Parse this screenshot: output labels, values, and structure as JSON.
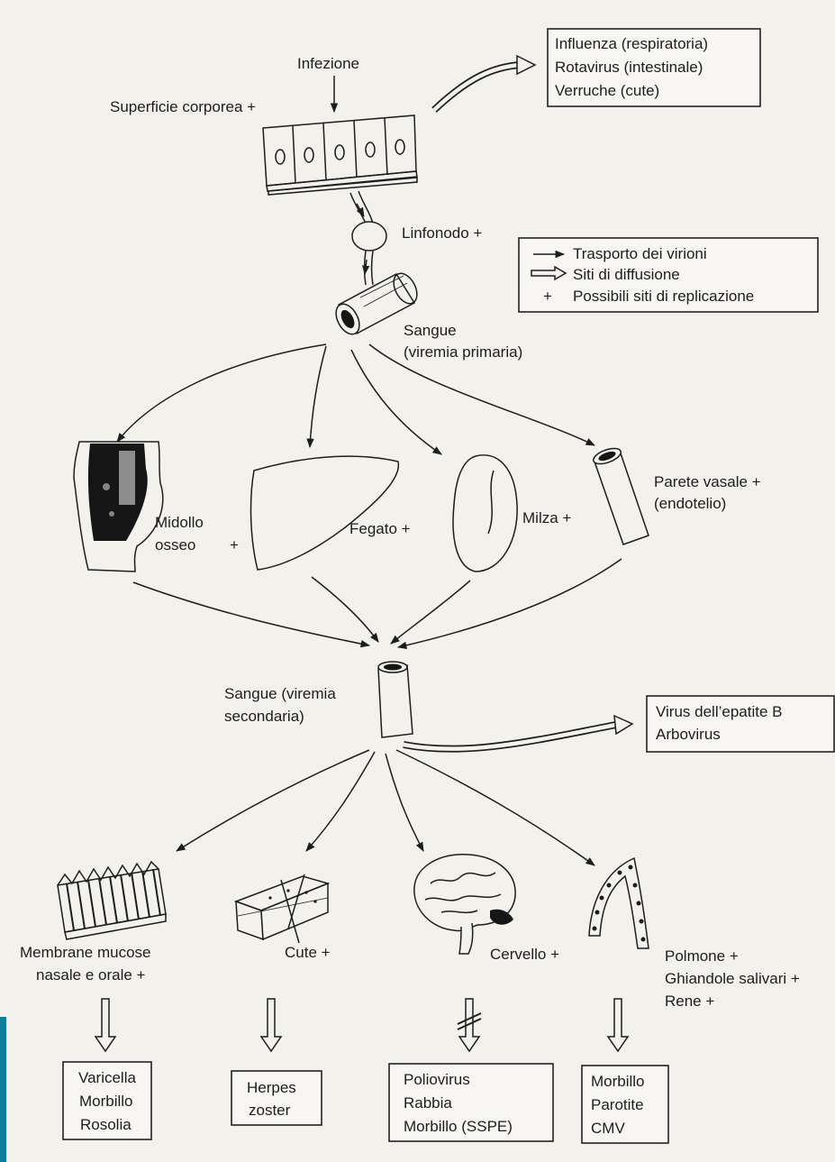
{
  "colors": {
    "ink": "#1d1d1d",
    "paper": "#f3f1ec",
    "edge_accent": "#0b7f9c"
  },
  "icons": [
    "epithelium-icon",
    "lymph-node-icon",
    "blood-vessel-icon",
    "bone-marrow-icon",
    "liver-icon",
    "spleen-icon",
    "mucosa-icon",
    "skin-icon",
    "brain-icon",
    "airway-epithelium-icon"
  ],
  "top": {
    "infection": "Infezione",
    "body_surface": "Superficie corporea +",
    "lymph_node": "Linfonodo +",
    "blood_primary_1": "Sangue",
    "blood_primary_2": "(viremia primaria)"
  },
  "boxes": {
    "local_viruses": [
      "Influenza (respiratoria)",
      "Rotavirus (intestinale)",
      "Verruche (cute)"
    ],
    "legend": {
      "transport": "Trasporto dei virioni",
      "spread": "Siti di diffusione",
      "plus_symbol": "+",
      "replication": "Possibili siti di replicazione"
    },
    "blood_viruses": [
      "Virus dell’epatite B",
      "Arbovirus"
    ]
  },
  "organs": {
    "marrow_1": "Midollo",
    "marrow_2": "osseo",
    "marrow_plus": "+",
    "liver": "Fegato +",
    "spleen": "Milza +",
    "vessel_wall_1": "Parete vasale +",
    "vessel_wall_2": "(endotelio)"
  },
  "secondary": {
    "line1": "Sangue (viremia",
    "line2": "secondaria)"
  },
  "targets": {
    "mucosa_1": "Membrane mucose",
    "mucosa_2": "nasale e orale +",
    "skin": "Cute +",
    "brain": "Cervello +",
    "other_1": "Polmone +",
    "other_2": "Ghiandole salivari +",
    "other_3": "Rene +"
  },
  "diseases": {
    "mucosa": [
      "Varicella",
      "Morbillo",
      "Rosolia"
    ],
    "skin": [
      "Herpes",
      "zoster"
    ],
    "brain": [
      "Poliovirus",
      "Rabbia",
      "Morbillo (SSPE)"
    ],
    "other": [
      "Morbillo",
      "Parotite",
      "CMV"
    ]
  }
}
